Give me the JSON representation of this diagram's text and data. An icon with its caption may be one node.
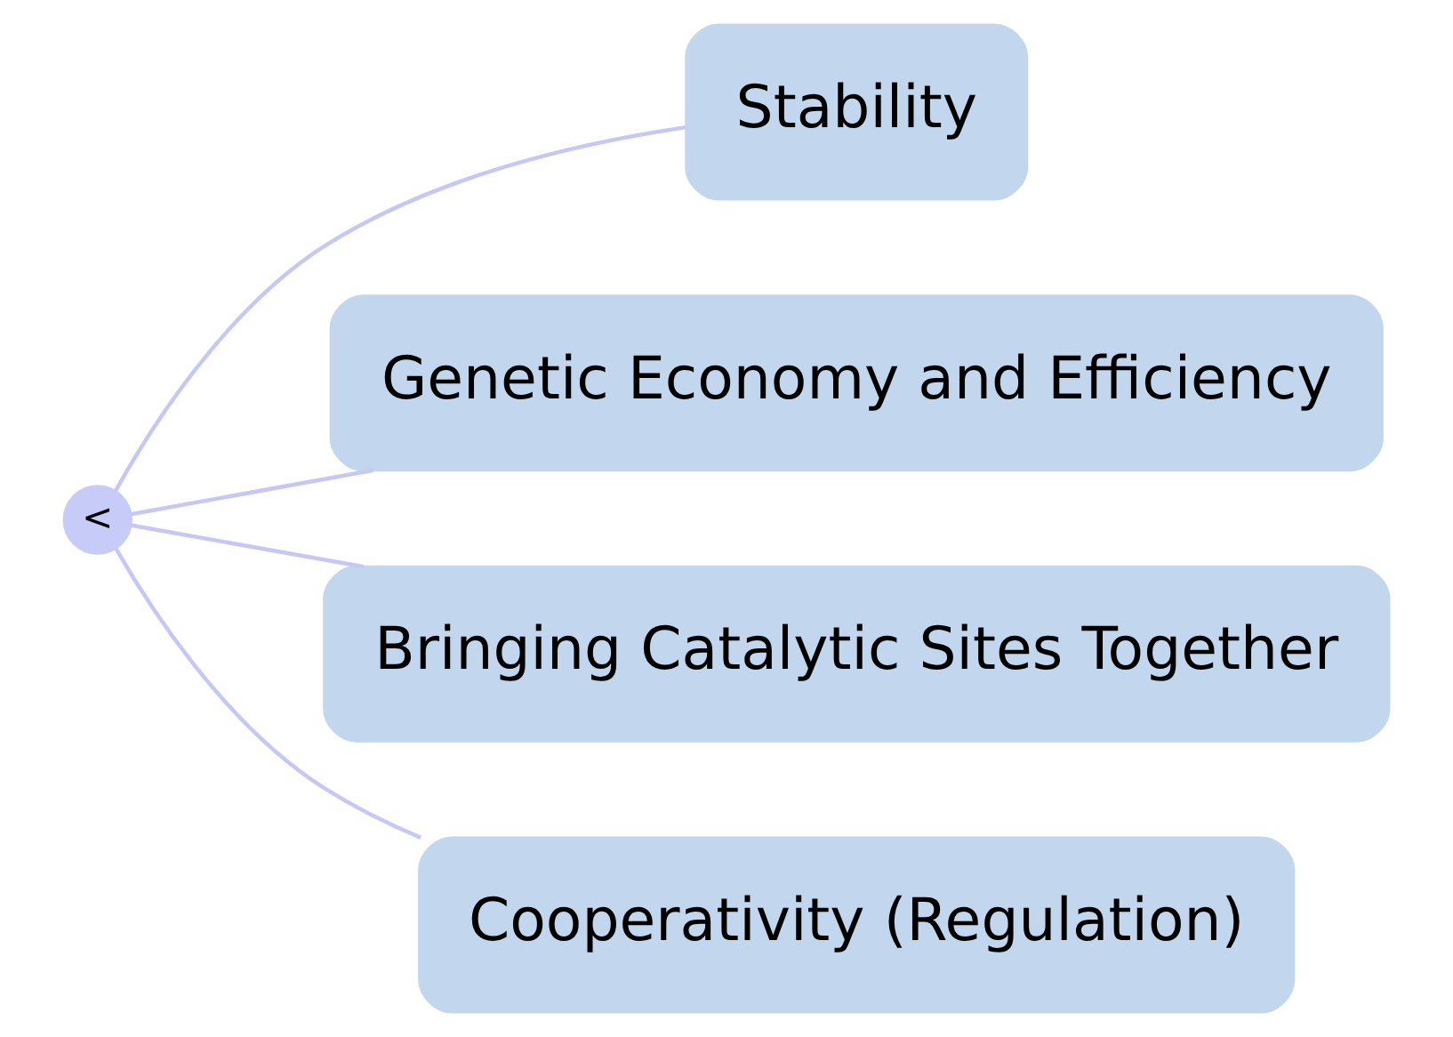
{
  "diagram": {
    "nodes": [
      {
        "text": [
          "<"
        ]
      },
      {
        "text": [
          "Stability"
        ]
      },
      {
        "text": [
          "Genetic Economy and Efficiency"
        ]
      },
      {
        "text": [
          "Bringing Catalytic Sites Together"
        ]
      },
      {
        "text": [
          "Cooperativity (Regulation)"
        ]
      }
    ],
    "edges": [
      {
        "from": 0,
        "to": 1,
        "arrow": "none"
      },
      {
        "from": 0,
        "to": 2,
        "arrow": "none"
      },
      {
        "from": 0,
        "to": 3,
        "arrow": "none"
      },
      {
        "from": 0,
        "to": 4,
        "arrow": "none"
      }
    ]
  }
}
